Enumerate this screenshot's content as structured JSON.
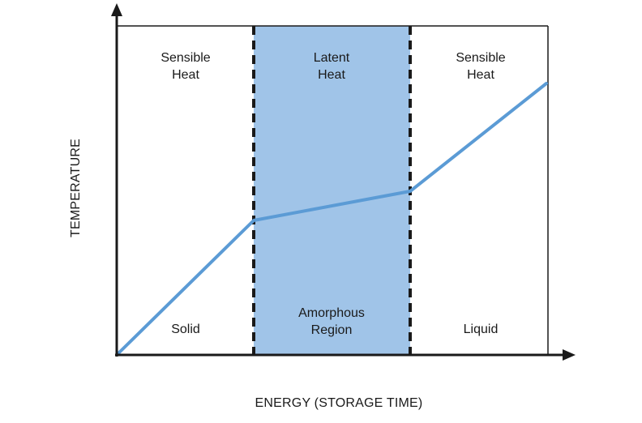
{
  "axes": {
    "x_title": "ENERGY (STORAGE TIME)",
    "y_title": "TEMPERATURE"
  },
  "zones": {
    "left_top_line1": "Sensible",
    "left_top_line2": "Heat",
    "middle_top_line1": "Latent",
    "middle_top_line2": "Heat",
    "right_top_line1": "Sensible",
    "right_top_line2": "Heat",
    "left_bottom": "Solid",
    "middle_bottom_line1": "Amorphous",
    "middle_bottom_line2": "Region",
    "right_bottom": "Liquid"
  },
  "colors": {
    "latent_band_fill": "#a0c4e8",
    "curve_stroke": "#5b9bd5",
    "frame": "#1a1a1a"
  }
}
